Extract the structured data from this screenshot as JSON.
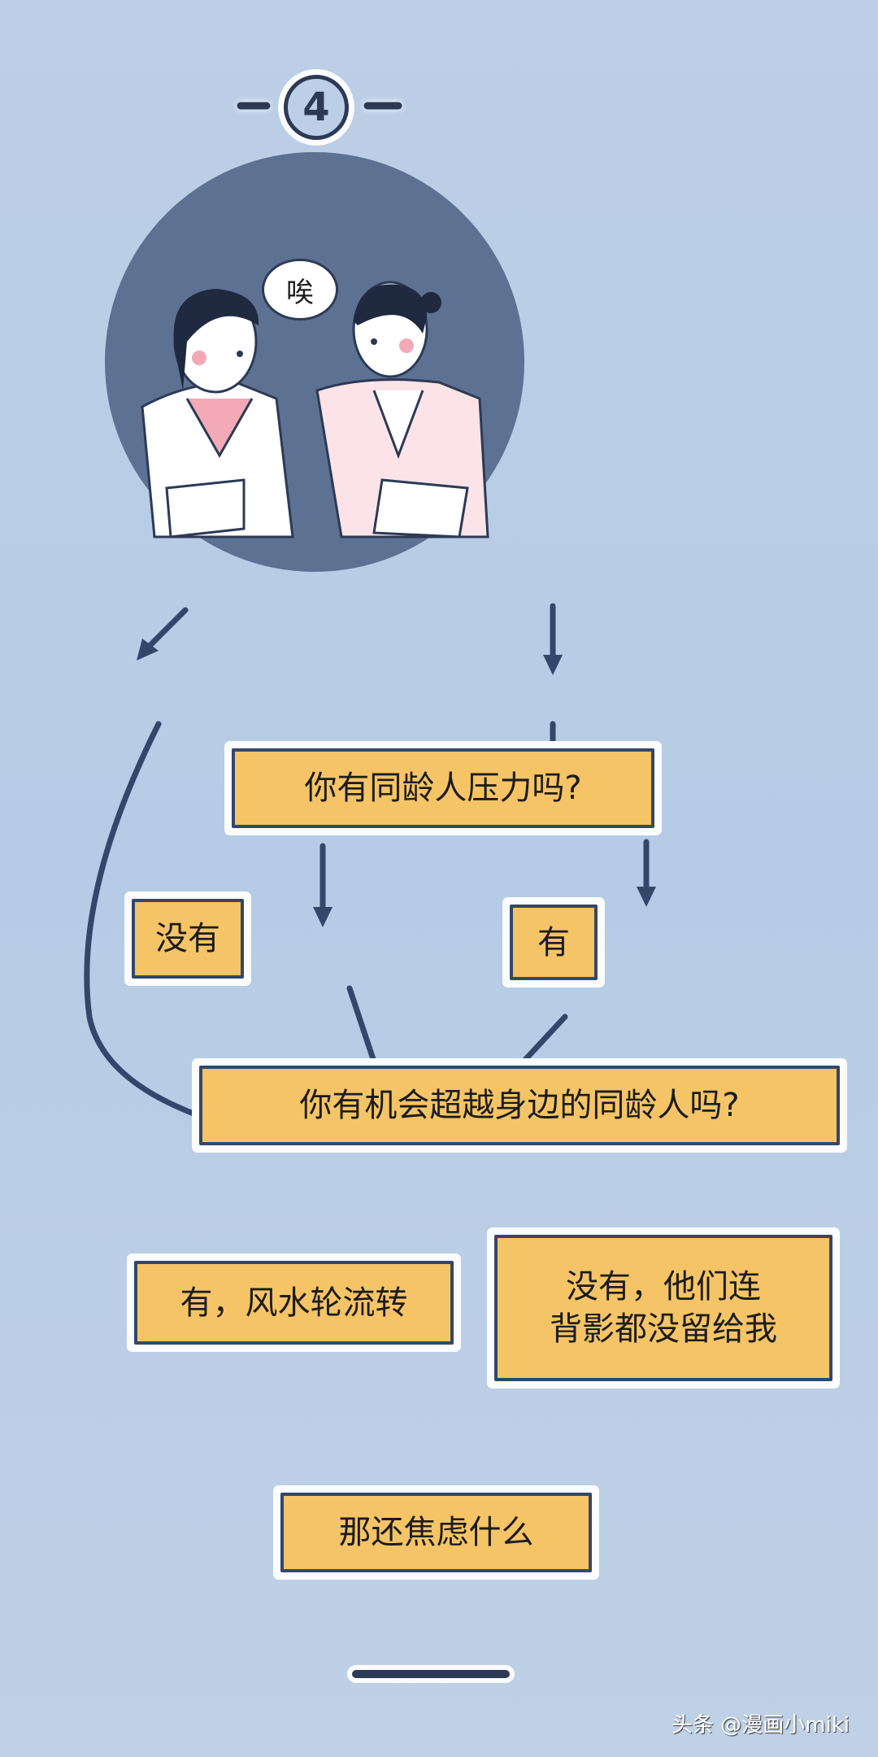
{
  "header": {
    "step_number": "4"
  },
  "illustration": {
    "speech_bubble": "唉"
  },
  "flowchart": {
    "q1": "你有同龄人压力吗?",
    "q1_no": "没有",
    "q1_yes": "有",
    "q2": "你有机会超越身边的同龄人吗?",
    "q2_yes": "有，风水轮流转",
    "q2_no_line1": "没有，他们连",
    "q2_no_line2": "背影都没留给我",
    "conclusion": "那还焦虑什么"
  },
  "watermark": "头条 @漫画小miki",
  "colors": {
    "background": "#bccfe6",
    "circle": "#5d7193",
    "box_fill": "#f5c466",
    "ink": "#34476b"
  }
}
